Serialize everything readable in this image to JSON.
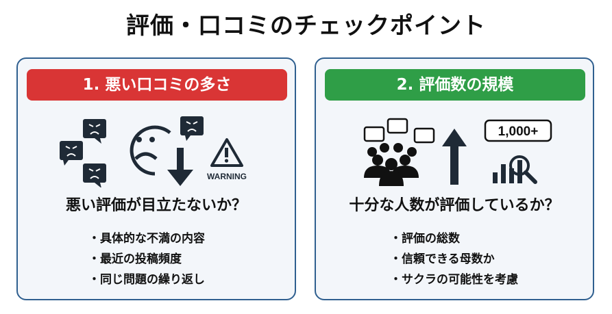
{
  "title": "評価・口コミのチェックポイント",
  "panels": [
    {
      "header": "1. 悪い口コミの多さ",
      "header_color": "#d93535",
      "warning_label": "WARNING",
      "question": "悪い評価が目立たないか？",
      "bullets": [
        "具体的な不満の内容",
        "最近の投稿頻度",
        "同じ問題の繰り返し"
      ]
    },
    {
      "header": "2. 評価数の規模",
      "header_color": "#2f9e47",
      "count_badge": "1,000+",
      "question": "十分な人数が評価しているか？",
      "bullets": [
        "評価の総数",
        "信頼できる母数か",
        "サクラの可能性を考慮"
      ]
    }
  ]
}
